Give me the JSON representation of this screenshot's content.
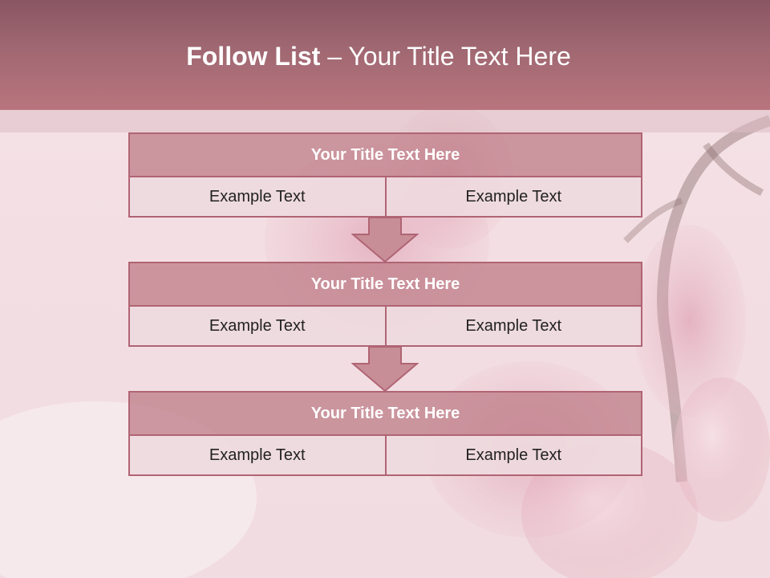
{
  "header": {
    "title_bold": "Follow List",
    "title_rest": " – Your Title Text Here"
  },
  "steps": [
    {
      "title": "Your Title Text Here",
      "cells": [
        "Example Text",
        "Example Text"
      ]
    },
    {
      "title": "Your Title Text Here",
      "cells": [
        "Example Text",
        "Example Text"
      ]
    },
    {
      "title": "Your Title Text Here",
      "cells": [
        "Example Text",
        "Example Text"
      ]
    }
  ],
  "colors": {
    "header": "#a06872",
    "block_title": "#c0808a",
    "border": "#b06474",
    "cell": "#eedade"
  }
}
